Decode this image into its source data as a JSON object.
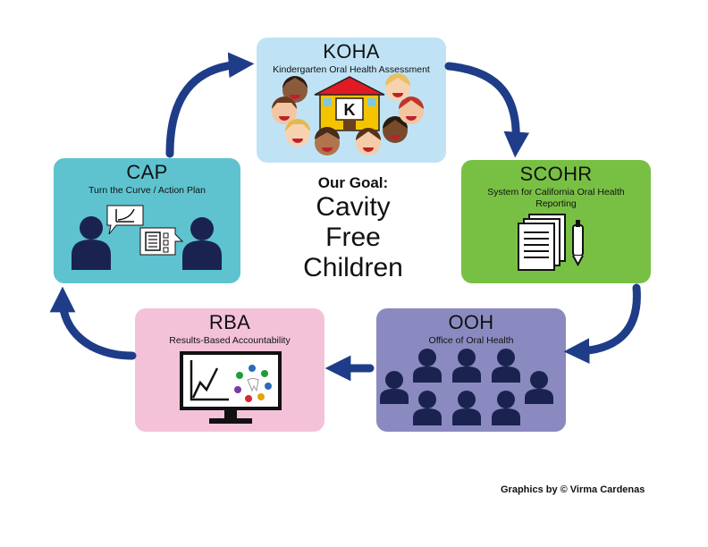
{
  "center": {
    "goal_label": "Our Goal:",
    "goal_lines": [
      "Cavity",
      "Free",
      "Children"
    ]
  },
  "boxes": {
    "koha": {
      "title": "KOHA",
      "subtitle": "Kindergarten Oral Health Assessment",
      "color": "#bfe3f5",
      "school_letter": "K"
    },
    "scohr": {
      "title": "SCOHR",
      "subtitle": "System for California Oral Health Reporting",
      "color": "#78c044"
    },
    "ooh": {
      "title": "OOH",
      "subtitle": "Office of Oral Health",
      "color": "#8b8ac0"
    },
    "rba": {
      "title": "RBA",
      "subtitle": "Results-Based Accountability",
      "color": "#f3c2d9"
    },
    "cap": {
      "title": "CAP",
      "subtitle": "Turn the Curve / Action Plan",
      "color": "#5ec3cf"
    }
  },
  "colors": {
    "arrow": "#1f3c88",
    "people": "#1a2350"
  },
  "icons": [
    "school-icon",
    "child-face-icon",
    "document-stack-icon",
    "pen-icon",
    "person-icon",
    "monitor-chart-icon",
    "speech-bubble-icon",
    "arrow-icon"
  ],
  "credit": "Graphics by © Virma Cardenas"
}
